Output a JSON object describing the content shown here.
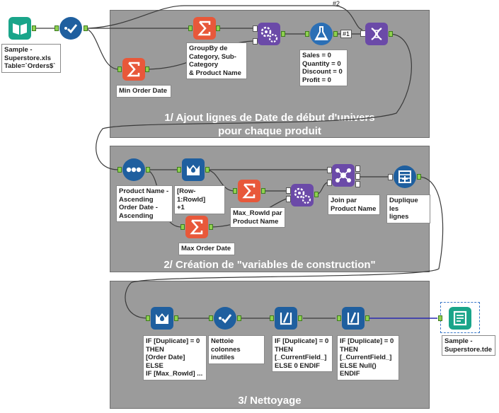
{
  "containers": [
    {
      "id": "c1",
      "title": "1/ Ajout lignes de Date de début d'univers\npour chaque produit"
    },
    {
      "id": "c2",
      "title": "2/ Création de \"variables de construction\""
    },
    {
      "id": "c3",
      "title": "3/ Nettoyage"
    }
  ],
  "tools": {
    "input": {
      "label": "Sample -\nSuperstore.xls\nTable=`Orders$`",
      "icon": "book-icon"
    },
    "select1": {
      "label": "",
      "icon": "check-select-icon"
    },
    "summarize1": {
      "label": "GroupBy de\nCategory, Sub-\nCategory\n& Product Name",
      "icon": "sigma-icon"
    },
    "summarize2": {
      "label": "Min Order Date",
      "icon": "sigma-icon"
    },
    "append1": {
      "label": "",
      "icon": "gears-icon"
    },
    "formula1": {
      "label": "Sales = 0\nQuantity = 0\nDiscount = 0\nProfit = 0",
      "icon": "flask-icon"
    },
    "union1": {
      "label": "",
      "icon": "dna-icon"
    },
    "sort1": {
      "label": "Product Name -\nAscending\nOrder Date -\nAscending",
      "icon": "sort-icon"
    },
    "multirow1": {
      "label": "[Row-1:RowId]\n+1",
      "icon": "crown-icon"
    },
    "summarize3": {
      "label": "Max_RowId par\nProduct Name",
      "icon": "sigma-icon"
    },
    "summarize4": {
      "label": "Max Order Date",
      "icon": "sigma-icon"
    },
    "append2": {
      "label": "",
      "icon": "gears-icon"
    },
    "join1": {
      "label": "Join par\nProduct Name",
      "icon": "join-icon"
    },
    "generate1": {
      "label": "Duplique les\nlignes",
      "icon": "generate-rows-icon"
    },
    "multirow2": {
      "label": "IF [Duplicate] = 0\nTHEN\n[Order Date]\nELSE\nIF [Max_RowId] ...",
      "icon": "crown-icon"
    },
    "select2": {
      "label": "Nettoie colonnes\ninutiles",
      "icon": "check-select-icon"
    },
    "multifield1": {
      "label": "IF [Duplicate] = 0\nTHEN\n[_CurrentField_]\nELSE 0 ENDIF",
      "icon": "multi-field-icon"
    },
    "multifield2": {
      "label": "IF [Duplicate] = 0\nTHEN\n[_CurrentField_]\nELSE Null() ENDIF",
      "icon": "multi-field-icon"
    },
    "output": {
      "label": "Sample -\nSuperstore.tde",
      "icon": "output-icon"
    }
  },
  "wire_tags": {
    "tag1": "#1",
    "tag2": "#2"
  },
  "colors": {
    "container": "#9b9b9b",
    "input": "#1aa58a",
    "select": "#1f5f9f",
    "summarize": "#e8583a",
    "append": "#6b4aa8",
    "formula": "#2b6fb5",
    "union": "#6b4aa8",
    "join": "#6b4aa8",
    "output": "#1aa58a",
    "wire": "#3a3a3a",
    "selected_wire": "#2a2ab0"
  }
}
